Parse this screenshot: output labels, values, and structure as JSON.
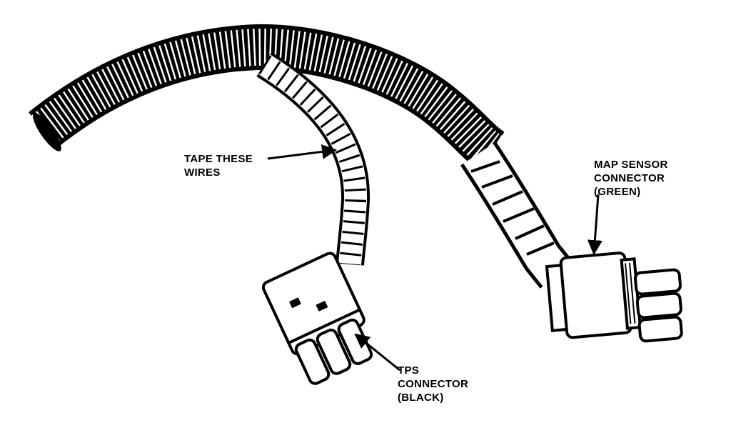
{
  "labels": {
    "tape_wires": [
      "TAPE THESE",
      "WIRES"
    ],
    "map_sensor": [
      "MAP SENSOR",
      "CONNECTOR",
      "(GREEN)"
    ],
    "tps": [
      "TPS",
      "CONNECTOR",
      "(BLACK)"
    ]
  }
}
